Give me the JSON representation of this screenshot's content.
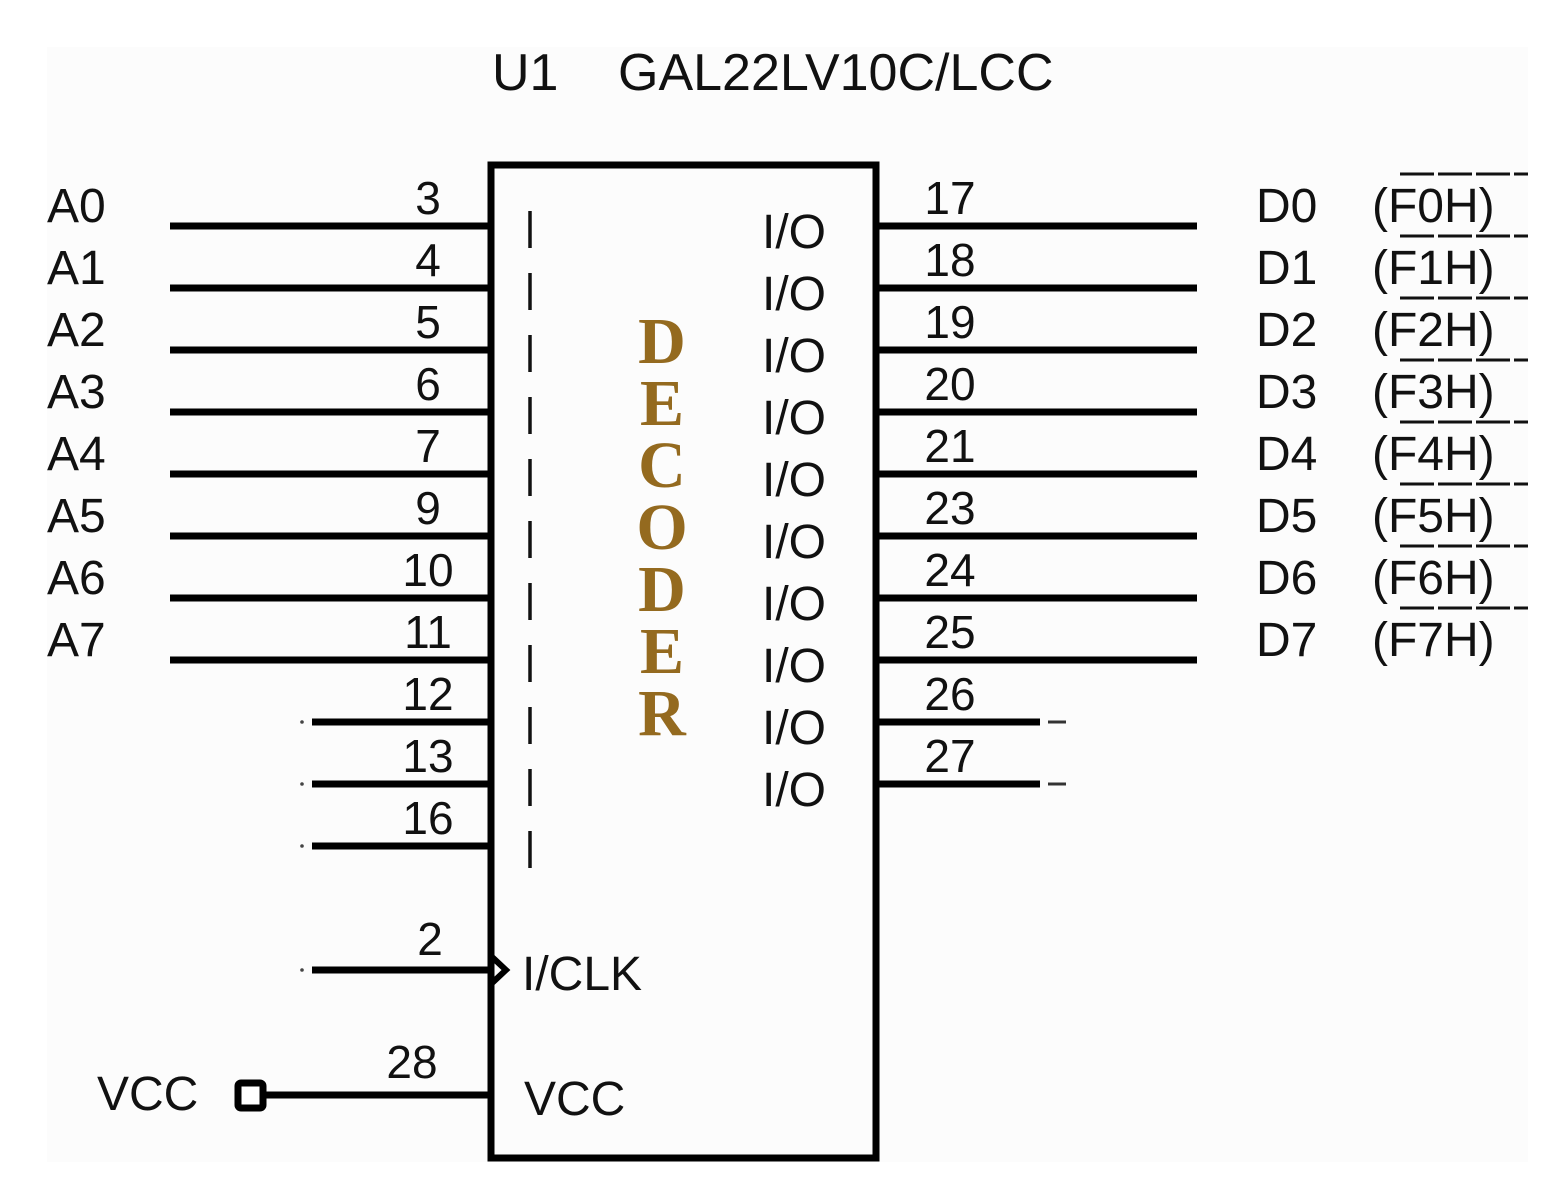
{
  "component": {
    "ref": "U1",
    "part": "GAL22LV10C/LCC",
    "function_label": "DECODER",
    "function_color": "#946a1f"
  },
  "inputs": [
    {
      "signal": "A0",
      "pin": "3",
      "inner": "I"
    },
    {
      "signal": "A1",
      "pin": "4",
      "inner": "I"
    },
    {
      "signal": "A2",
      "pin": "5",
      "inner": "I"
    },
    {
      "signal": "A3",
      "pin": "6",
      "inner": "I"
    },
    {
      "signal": "A4",
      "pin": "7",
      "inner": "I"
    },
    {
      "signal": "A5",
      "pin": "9",
      "inner": "I"
    },
    {
      "signal": "A6",
      "pin": "10",
      "inner": "I"
    },
    {
      "signal": "A7",
      "pin": "11",
      "inner": "I"
    },
    {
      "signal": "",
      "pin": "12",
      "inner": "I"
    },
    {
      "signal": "",
      "pin": "13",
      "inner": "I"
    },
    {
      "signal": "",
      "pin": "16",
      "inner": "I"
    }
  ],
  "clock": {
    "pin": "2",
    "inner": "I/CLK"
  },
  "power": {
    "net": "VCC",
    "pin": "28",
    "inner": "VCC"
  },
  "outputs": [
    {
      "pin": "17",
      "inner": "I/O",
      "signal": "D0",
      "addr": "F0H"
    },
    {
      "pin": "18",
      "inner": "I/O",
      "signal": "D1",
      "addr": "F1H"
    },
    {
      "pin": "19",
      "inner": "I/O",
      "signal": "D2",
      "addr": "F2H"
    },
    {
      "pin": "20",
      "inner": "I/O",
      "signal": "D3",
      "addr": "F3H"
    },
    {
      "pin": "21",
      "inner": "I/O",
      "signal": "D4",
      "addr": "F4H"
    },
    {
      "pin": "23",
      "inner": "I/O",
      "signal": "D5",
      "addr": "F5H"
    },
    {
      "pin": "24",
      "inner": "I/O",
      "signal": "D6",
      "addr": "F6H"
    },
    {
      "pin": "25",
      "inner": "I/O",
      "signal": "D7",
      "addr": "F7H"
    },
    {
      "pin": "26",
      "inner": "I/O",
      "signal": "",
      "addr": ""
    },
    {
      "pin": "27",
      "inner": "I/O",
      "signal": "",
      "addr": ""
    }
  ]
}
